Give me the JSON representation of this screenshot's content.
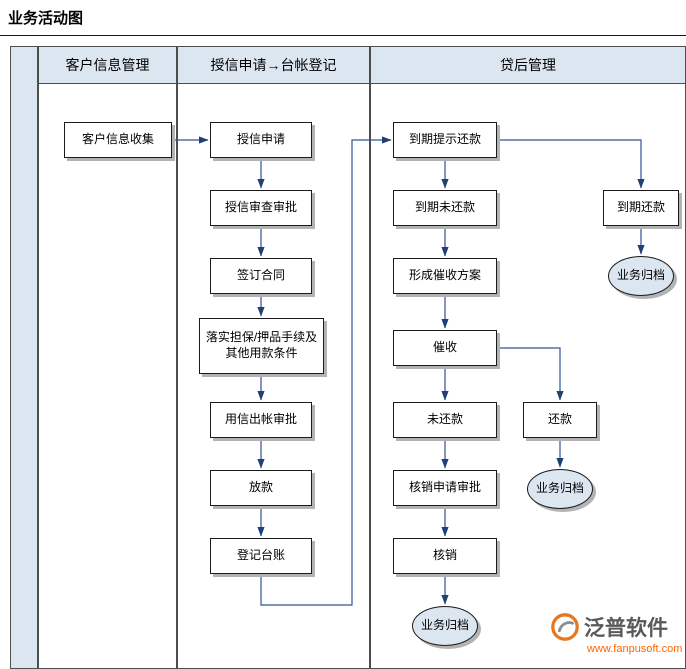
{
  "title": "业务活动图",
  "lanes": [
    {
      "label": "客户信息管理"
    },
    {
      "label": "授信申请→台帐登记"
    },
    {
      "label": "贷后管理"
    }
  ],
  "nodes": {
    "collect": "客户信息收集",
    "apply": "授信申请",
    "review": "授信审查审批",
    "sign": "签订合同",
    "guarantee": "落实担保/押品手续及其他用款条件",
    "audit": "用信出帐审批",
    "loan": "放款",
    "register": "登记台账",
    "remind": "到期提示还款",
    "overdue": "到期未还款",
    "plan": "形成催收方案",
    "urge": "催收",
    "unpaid": "未还款",
    "writeoff_apply": "核销申请审批",
    "writeoff": "核销",
    "due_repay": "到期还款",
    "repay": "还款",
    "archive": "业务归档"
  },
  "edges": [
    "collect→apply",
    "apply→review",
    "review→sign",
    "sign→guarantee",
    "guarantee→audit",
    "audit→loan",
    "loan→register",
    "register→remind",
    "remind→overdue",
    "remind→due_repay",
    "due_repay→archive",
    "overdue→plan",
    "plan→urge",
    "urge→unpaid",
    "urge→repay",
    "repay→archive",
    "unpaid→writeoff_apply",
    "writeoff_apply→writeoff",
    "writeoff→archive"
  ],
  "colors": {
    "lane_fill": "#dce6f1",
    "arrow_blue": "#2f5496",
    "brand_orange": "#e87722",
    "url_orange": "#ff6600"
  },
  "watermark": {
    "brand": "泛普软件",
    "url": "www.fanpusoft.com"
  }
}
